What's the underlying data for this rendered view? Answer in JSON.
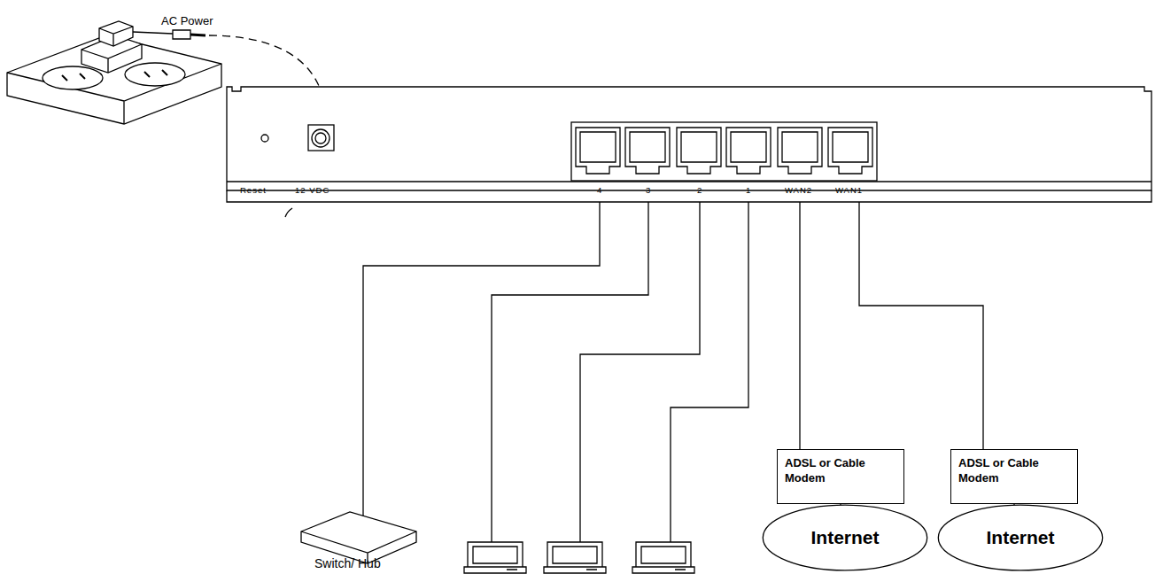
{
  "diagram": {
    "nodes": [
      {
        "text": [
          "ADSL or Cable Modem"
        ]
      },
      {
        "text": [
          "ADSL or Cable Modem"
        ]
      },
      {
        "text": [
          "Internet"
        ]
      },
      {
        "text": [
          "Internet"
        ]
      }
    ],
    "edges": [
      {
        "from": 0,
        "to": 2,
        "arrow": "none"
      },
      {
        "from": 1,
        "to": 3,
        "arrow": "none"
      }
    ],
    "labels": [
      "AC Power",
      "Reset",
      "12 VDC",
      "4",
      "3",
      "2",
      "1",
      "WAN2",
      "WAN1",
      "Switch/ Hub"
    ]
  }
}
